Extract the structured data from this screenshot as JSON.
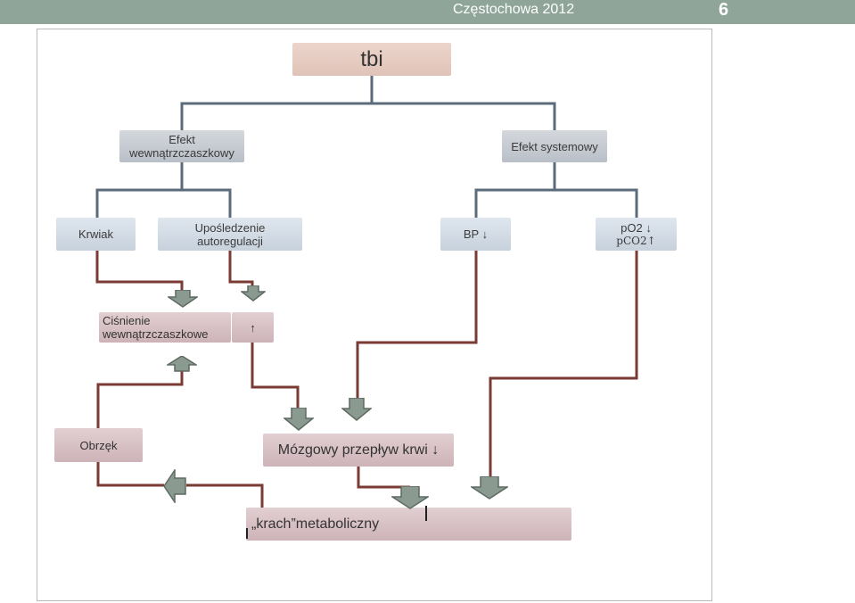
{
  "header": {
    "title": "Częstochowa 2012",
    "slide_number": "6"
  },
  "diagram": {
    "root": "tbi",
    "intracranial_effect": "Efekt wewnątrzczaszkowy",
    "systemic_effect": "Efekt systemowy",
    "hematoma": "Krwiak",
    "autoregulation": "Upośledzenie autoregulacji",
    "bp": "BP ↓",
    "po2": "pO2 ↓",
    "pco2": "pCO2↑",
    "icp": "Ciśnienie wewnątrzczaszkowe",
    "icp_arrow": "↑",
    "edema": "Obrzęk",
    "cbf": "Mózgowy przepływ krwi ↓",
    "metabolic": "„krach”metaboliczny"
  },
  "colors": {
    "topbar": "#8fa599",
    "tree_line": "#5c6b7a",
    "flow_line": "#7b3b35",
    "arrow_fill": "#8a9a90"
  }
}
